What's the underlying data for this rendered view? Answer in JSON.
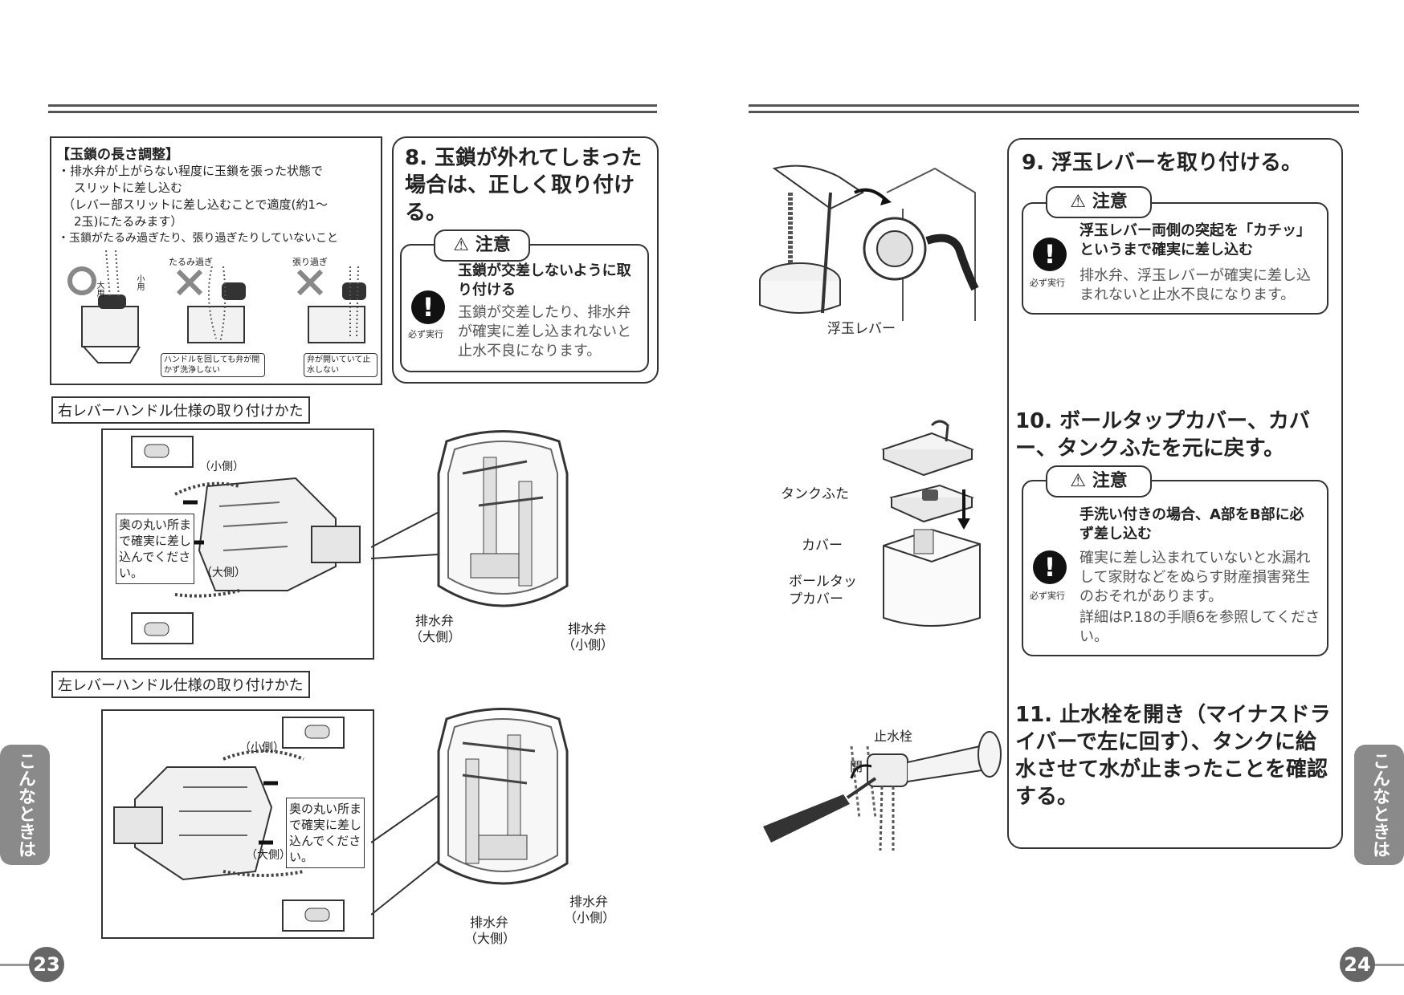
{
  "left_page": {
    "adjust_box": {
      "title": "【玉鎖の長さ調整】",
      "lines": [
        "・排水弁が上がらない程度に玉鎖を張った状態で",
        "スリットに差し込む",
        "（レバー部スリットに差し込むことで適度(約1～",
        "2玉)にたるみます）",
        "・玉鎖がたるみ過ぎたり、張り過ぎたりしていないこと"
      ],
      "fig_labels": {
        "slack": "たるみ過ぎ",
        "tight": "張り過ぎ",
        "large": "大用",
        "small": "小用",
        "note_slack": "ハンドルを回しても弁が開かず洗浄しない",
        "note_tight": "弁が開いていて止水しない"
      }
    },
    "step8": {
      "title": "8. 玉鎖が外れてしまった場合は、正しく取り付ける。",
      "caution_label": "注意",
      "must_label": "必ず実行",
      "bold": "玉鎖が交差しないように取り付ける",
      "text": "玉鎖が交差したり、排水弁が確実に差し込まれないと止水不良になります。"
    },
    "right_lever": {
      "heading": "右レバーハンドル仕様の取り付けかた",
      "small_side": "（小側）",
      "large_side": "（大側）",
      "note": "奥の丸い所まで確実に差し込んでください。",
      "valve_large": "排水弁（大側）",
      "valve_small": "排水弁（小側）"
    },
    "left_lever": {
      "heading": "左レバーハンドル仕様の取り付けかた",
      "small_side": "（小側）",
      "large_side": "（大側）",
      "note": "奥の丸い所まで確実に差し込んでください。",
      "valve_large": "排水弁（大側）",
      "valve_small": "排水弁（小側）"
    },
    "side_tab": "こんなときは",
    "page_number": "23"
  },
  "right_page": {
    "step9": {
      "title": "9. 浮玉レバーを取り付ける。",
      "caution_label": "注意",
      "must_label": "必ず実行",
      "bold": "浮玉レバー両側の突起を「カチッ」というまで確実に差し込む",
      "text": "排水弁、浮玉レバーが確実に差し込まれないと止水不良になります。",
      "fig_label": "浮玉レバー"
    },
    "step10": {
      "title": "10. ボールタップカバー、カバー、タンクふたを元に戻す。",
      "caution_label": "注意",
      "must_label": "必ず実行",
      "bold": "手洗い付きの場合、A部をB部に必ず差し込む",
      "text": "確実に差し込まれていないと水漏れして家財などをぬらす財産損害発生のおそれがあります。",
      "text2": "詳細はP.18の手順6を参照してください。",
      "fig_lid": "タンクふた",
      "fig_cover": "カバー",
      "fig_ballcap": "ボールタップカバー"
    },
    "step11": {
      "title": "11. 止水栓を開き（マイナスドライバーで左に回す）、タンクに給水させて水が止まったことを確認する。",
      "fig_valve": "止水栓",
      "fig_open": "開"
    },
    "side_tab": "こんなときは",
    "page_number": "24"
  }
}
